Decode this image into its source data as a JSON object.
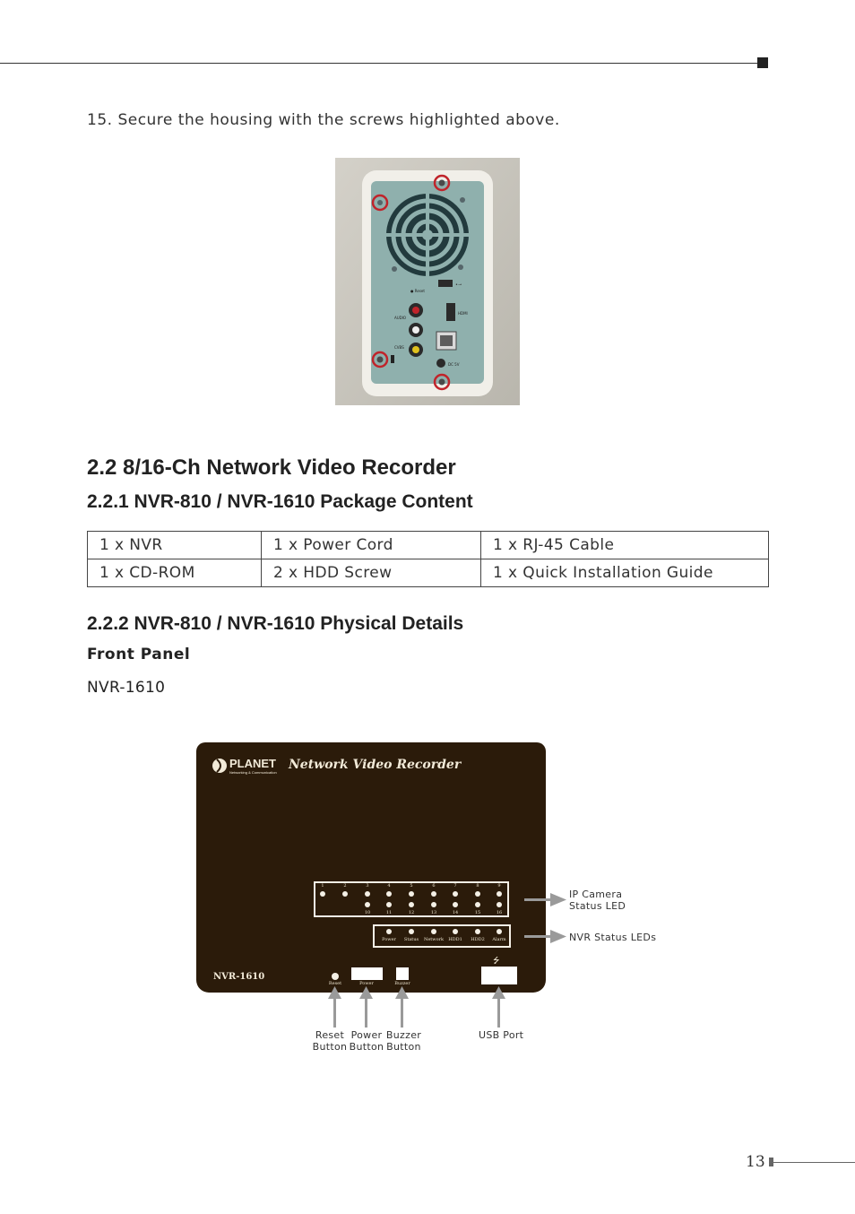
{
  "step": {
    "text": "15.  Secure the housing with the screws highlighted above."
  },
  "section": {
    "title": "2.2  8/16-Ch Network Video Recorder",
    "sub1_title": "2.2.1 NVR-810 / NVR-1610 Package Content",
    "sub2_title": "2.2.2 NVR-810 / NVR-1610 Physical Details"
  },
  "package_table": {
    "rows": [
      [
        "1 x NVR",
        "1 x Power Cord",
        "1 x RJ-45 Cable"
      ],
      [
        "1 x CD-ROM",
        "2 x HDD Screw",
        "1 x Quick Installation Guide"
      ]
    ]
  },
  "front_panel": {
    "heading": "Front Panel",
    "model": "NVR-1610"
  },
  "back_photo": {
    "usb_label": "•⊸",
    "reset_label": "● Reset",
    "audio_label": "AUDIO",
    "cvbs_label": "CVBS",
    "hdmi_label": "HDMI",
    "dc_label": "DC 5V"
  },
  "nvr_device": {
    "logo_text": "PLANET",
    "logo_tagline": "Networking & Communication",
    "brand": "Network Video Recorder",
    "model": "NVR-1610",
    "cam_top_numbers": [
      "1",
      "2",
      "3",
      "4",
      "5",
      "6",
      "7",
      "8",
      "9"
    ],
    "cam_bottom_numbers": [
      "10",
      "11",
      "12",
      "13",
      "14",
      "15",
      "16"
    ],
    "status_labels": [
      "Power",
      "Status",
      "Network",
      "HDD1",
      "HDD2",
      "Alarm"
    ],
    "btn_reset": "Reset",
    "btn_power": "Power",
    "btn_buzzer": "Buzzer",
    "usb_symbol": "⭍"
  },
  "callouts": {
    "ip_camera_line1": "IP Camera",
    "ip_camera_line2": "Status LED",
    "nvr_status": "NVR Status LEDs",
    "reset_line1": "Reset",
    "reset_line2": "Button",
    "power_line1": "Power",
    "power_line2": "Button",
    "buzzer_line1": "Buzzer",
    "buzzer_line2": "Button",
    "usb": "USB Port"
  },
  "footer": {
    "page_number": "13"
  }
}
